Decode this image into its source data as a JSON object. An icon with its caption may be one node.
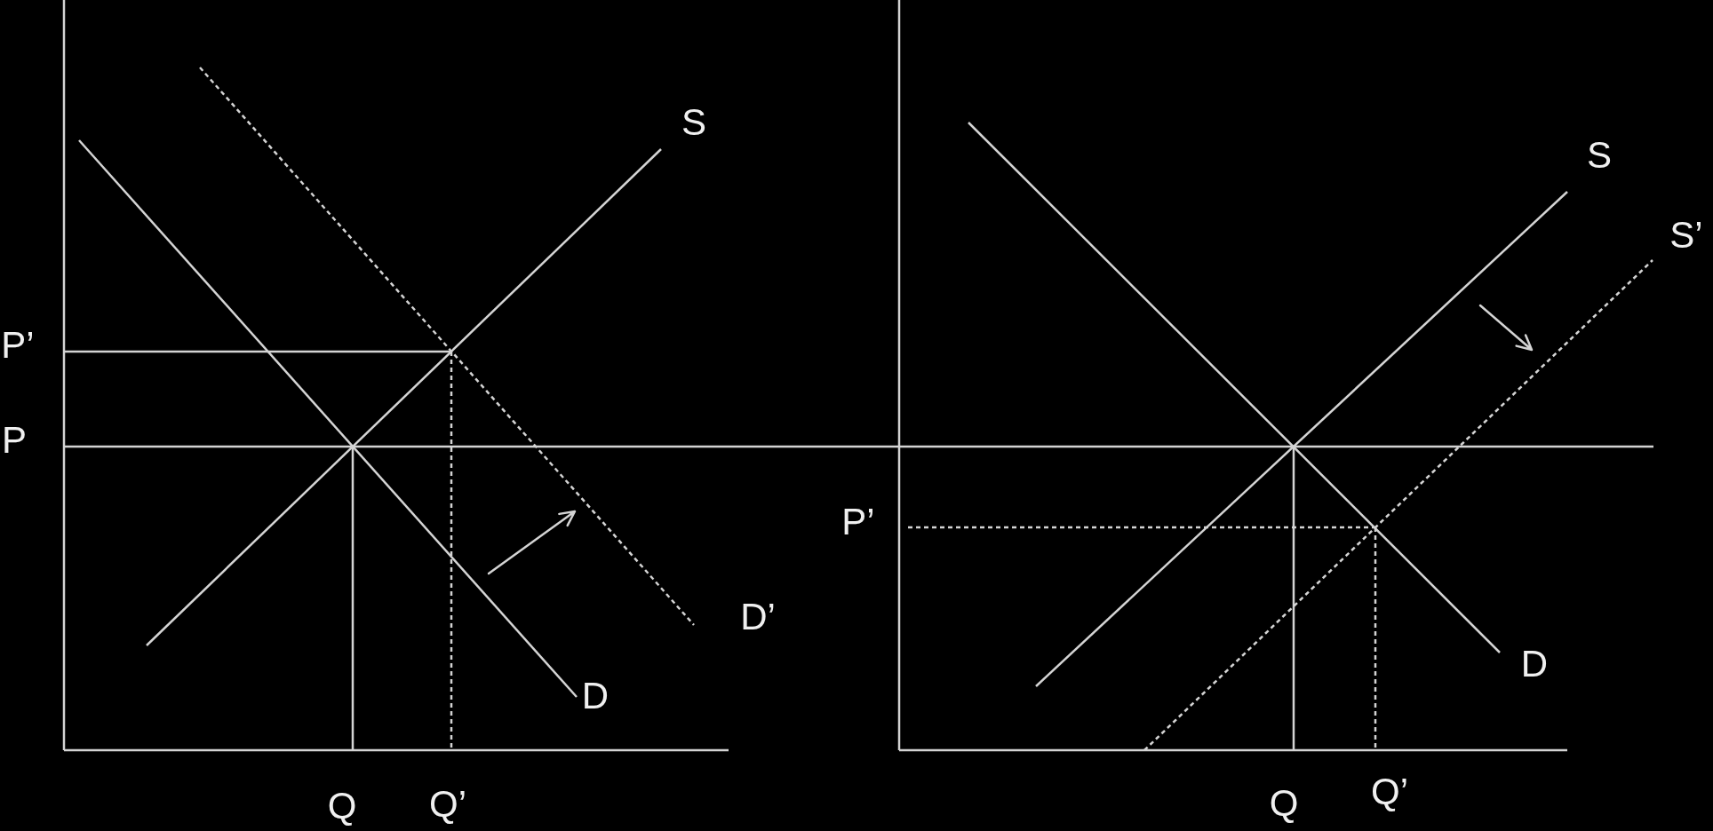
{
  "diagram": {
    "labels": [
      "S",
      "P’",
      "P",
      "D’",
      "D",
      "Q",
      "Q’",
      "S",
      "S’",
      "P’",
      "D",
      "Q",
      "Q’"
    ]
  }
}
